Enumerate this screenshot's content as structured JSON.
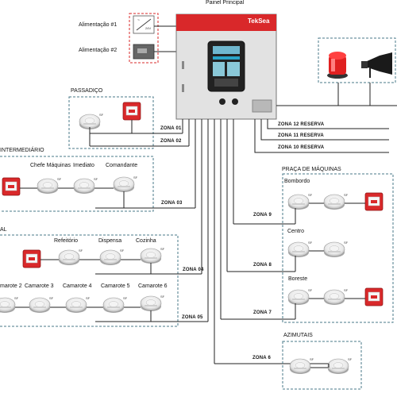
{
  "panel": {
    "title": "Painel Principal",
    "brand": "TekSea"
  },
  "power": {
    "supply1": "Alimentação #1",
    "supply2": "Alimentação #2"
  },
  "areas": {
    "passadico": "PASSADIÇO",
    "intermediario": "INTERMEDIÁRIO",
    "main_deck": "AL",
    "praca_maquinas": "PRAÇA DE MÁQUINAS",
    "azimutais": "AZIMUTAIS"
  },
  "labels": {
    "chefe_maquinas": "Chefe Máquinas",
    "imediato": "Imediato",
    "comandante": "Comandante",
    "refeitorio": "Refeitório",
    "dispensa": "Dispensa",
    "cozinha": "Cozinha",
    "camarote2": "marote 2",
    "camarote3": "Camarote 3",
    "camarote4": "Camarote 4",
    "camarote5": "Camarote 5",
    "camarote6": "Camarote 6",
    "bombordo": "Bombordo",
    "centro": "Centro",
    "boreste": "Boreste"
  },
  "zones": {
    "z1": "ZONA 01",
    "z2": "ZONA 02",
    "z3": "ZONA 03",
    "z4": "ZONA 04",
    "z5": "ZONA 05",
    "z6": "ZONA 6",
    "z7": "ZONA 7",
    "z8": "ZONA 8",
    "z9": "ZONA 9",
    "z10": "ZONA 10 RESERVA",
    "z11": "ZONA 11 RESERVA",
    "z12": "ZONA 12 RESERVA"
  },
  "colors": {
    "panel_red": "#d9282a",
    "box_dash": "#4a7a8a",
    "line": "#222222"
  }
}
